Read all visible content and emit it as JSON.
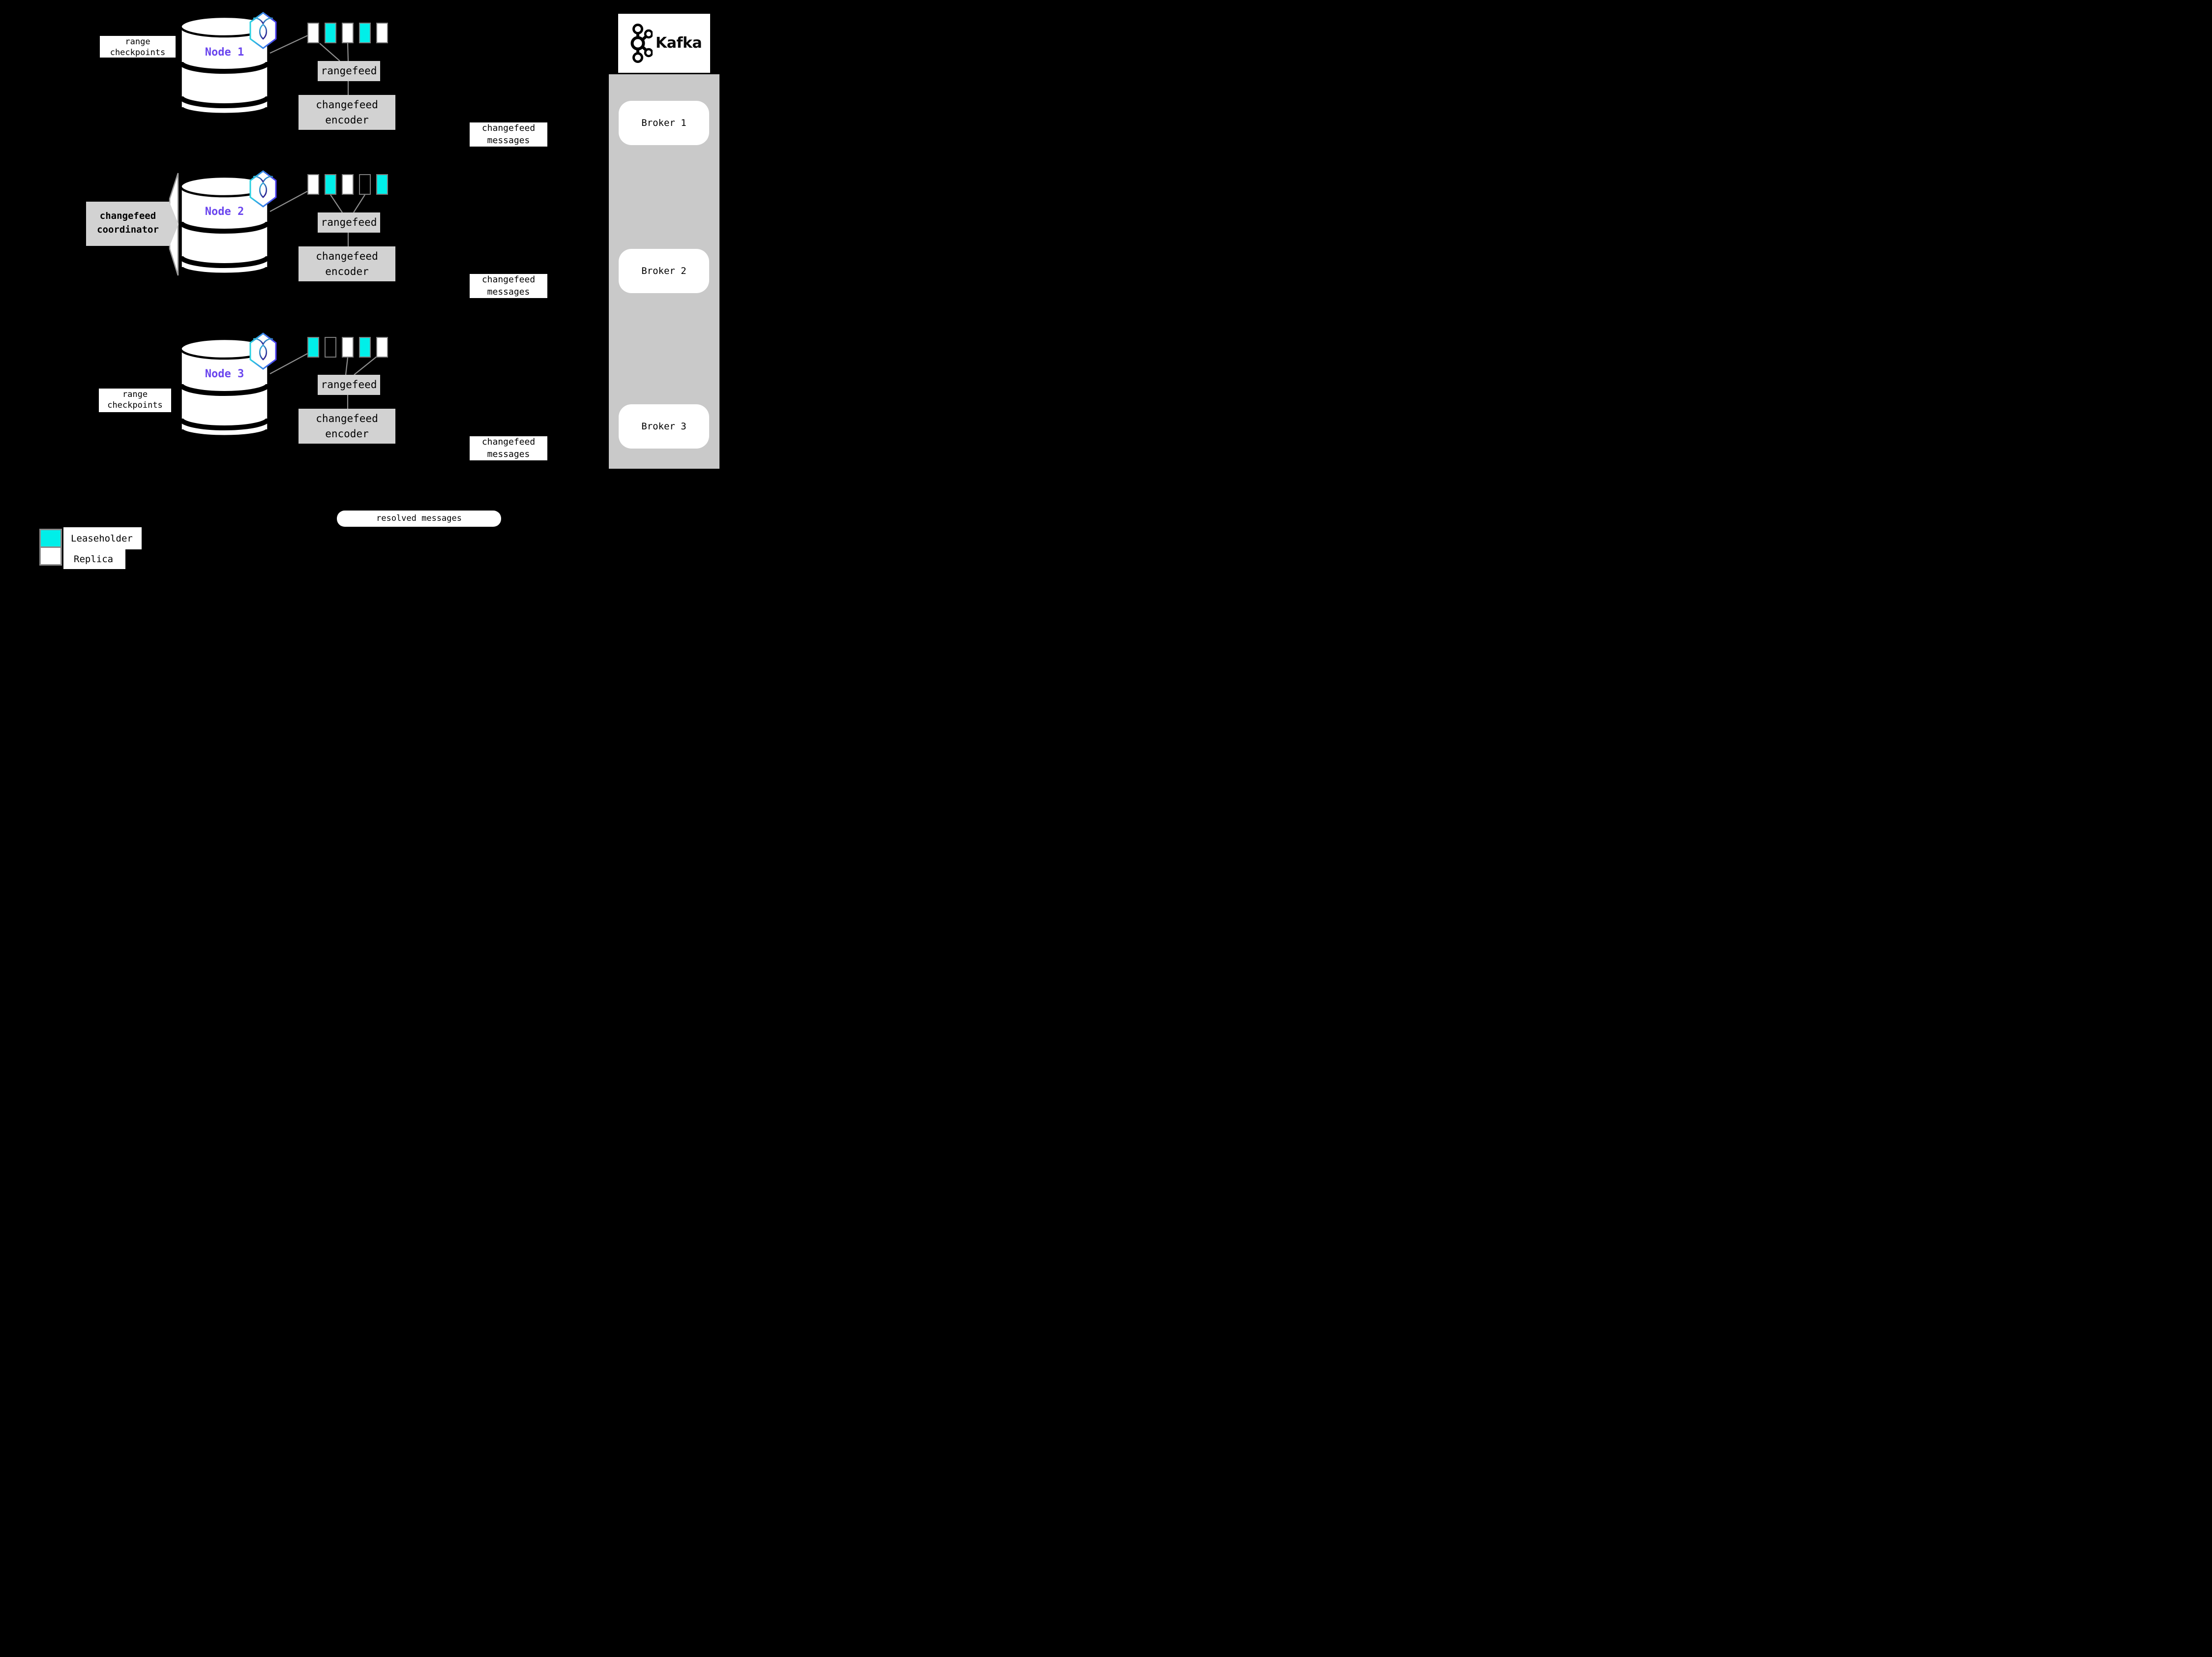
{
  "colors": {
    "canvas_bg": "#000000",
    "leaseholder": "#00efe9",
    "replica": "#ffffff",
    "node_label_purple": "#6a45ee",
    "box_gray": "#d2d2d2",
    "kafka_container_gray": "#c9c9c9",
    "connector_gray": "#8f8f8f"
  },
  "nodes": [
    {
      "label": "Node 1",
      "ranges": [
        "replica",
        "leaseholder",
        "replica",
        "leaseholder",
        "replica"
      ]
    },
    {
      "label": "Node 2",
      "ranges": [
        "replica",
        "leaseholder",
        "replica",
        "empty",
        "leaseholder"
      ]
    },
    {
      "label": "Node 3",
      "ranges": [
        "leaseholder",
        "empty",
        "replica",
        "leaseholder",
        "replica"
      ]
    }
  ],
  "labels": {
    "rangefeed": "rangefeed",
    "encoder_line1": "changefeed",
    "encoder_line2": "encoder",
    "messages_line1": "changefeed",
    "messages_line2": "messages",
    "checkpoints_line1": "range",
    "checkpoints_line2": "checkpoints",
    "coordinator_line1": "changefeed",
    "coordinator_line2": "coordinator",
    "resolved": "resolved messages"
  },
  "kafka": {
    "wordmark": "Kafka",
    "brokers": [
      {
        "label": "Broker 1"
      },
      {
        "label": "Broker 2"
      },
      {
        "label": "Broker 3"
      }
    ]
  },
  "legend": {
    "items": [
      {
        "kind": "leaseholder",
        "label": "Leaseholder"
      },
      {
        "kind": "replica",
        "label": "Replica"
      }
    ]
  }
}
